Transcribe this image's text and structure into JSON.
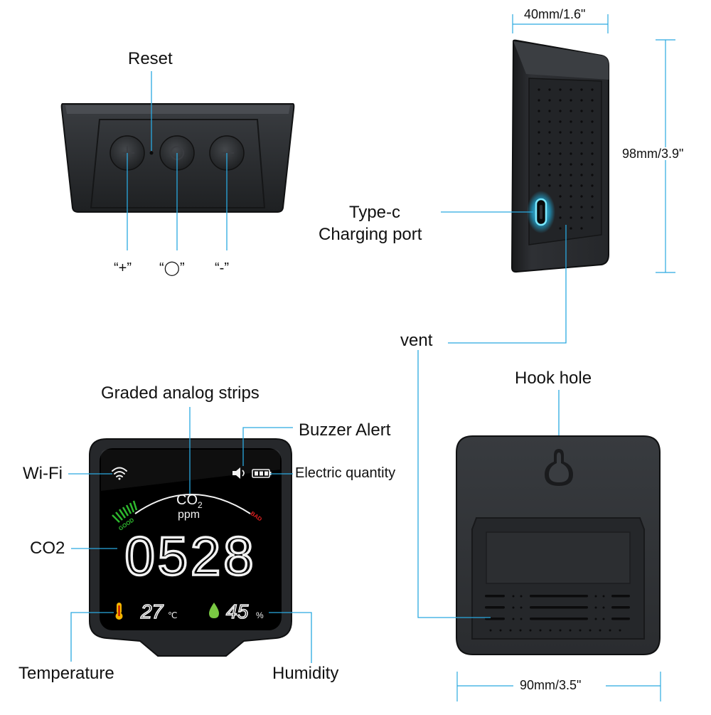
{
  "colors": {
    "callout_line": "#2aa9e0",
    "device_body": "#2b2d30",
    "device_edge": "#121315",
    "screen_bg": "#000000",
    "digit_white": "#f2f2f2",
    "gauge_good": "#2eb82e",
    "gauge_bad": "#e02020",
    "usb_glow": "#20c8ff",
    "thermo_icon": "#f3b400",
    "drop_icon": "#7ac943"
  },
  "top_view": {
    "reset_label": "Reset",
    "plus_label": "“+”",
    "circle_label": "“◯”",
    "minus_label": "“-”"
  },
  "side_view": {
    "width_dim": "40mm/1.6\"",
    "height_dim": "98mm/3.9\"",
    "port_label_line1": "Type-c",
    "port_label_line2": "Charging port",
    "vent_label": "vent"
  },
  "front_view": {
    "strips_label": "Graded analog strips",
    "buzzer_label": "Buzzer Alert",
    "wifi_label": "Wi-Fi",
    "battery_label": "Electric quantity",
    "co2_label": "CO2",
    "temperature_label": "Temperature",
    "humidity_label": "Humidity",
    "screen": {
      "co2_title": "CO",
      "co2_sub": "2",
      "unit": "ppm",
      "good": "GOOD",
      "bad": "BAD",
      "co2_value": "0528",
      "temperature_value": "27",
      "temperature_unit": "℃",
      "humidity_value": "45",
      "humidity_unit": "%"
    }
  },
  "back_view": {
    "hook_label": "Hook hole",
    "width_dim": "90mm/3.5\""
  },
  "icons": [
    "wifi-icon",
    "speaker-icon",
    "battery-icon",
    "thermometer-icon",
    "water-drop-icon",
    "usb-c-port-icon",
    "hook-hole-icon"
  ]
}
